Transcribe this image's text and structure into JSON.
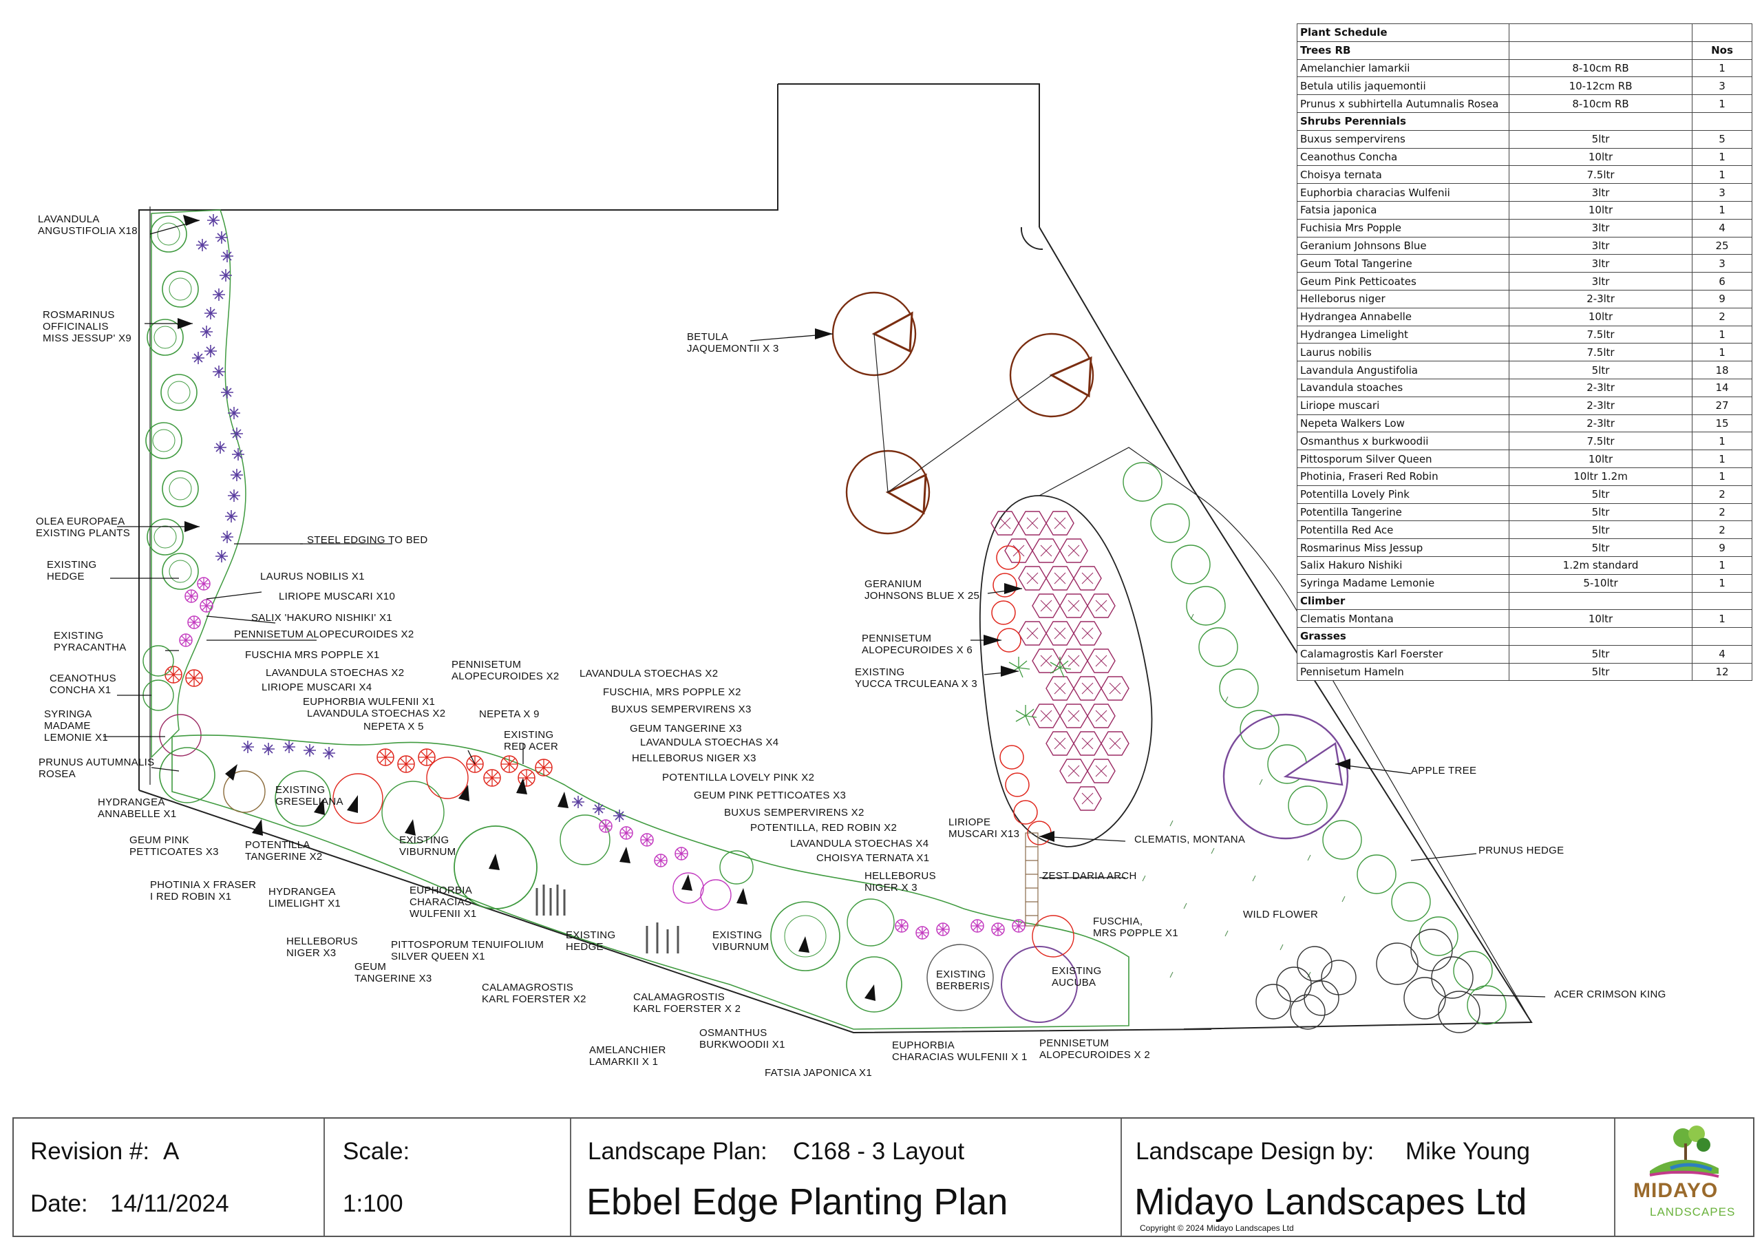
{
  "schedule": {
    "title": "Plant Schedule",
    "nos_header": "Nos",
    "sections": [
      {
        "name": "Trees RB",
        "rows": [
          {
            "name": "Amelanchier lamarkii",
            "size": "8-10cm RB",
            "nos": "1"
          },
          {
            "name": "Betula utilis jaquemontii",
            "size": "10-12cm RB",
            "nos": "3"
          },
          {
            "name": "Prunus x subhirtella Autumnalis Rosea",
            "size": "8-10cm RB",
            "nos": "1"
          }
        ]
      },
      {
        "name": "Shrubs Perennials",
        "rows": [
          {
            "name": "Buxus sempervirens",
            "size": "5ltr",
            "nos": "5"
          },
          {
            "name": "Ceanothus Concha",
            "size": "10ltr",
            "nos": "1"
          },
          {
            "name": "Choisya ternata",
            "size": "7.5ltr",
            "nos": "1"
          },
          {
            "name": "Euphorbia characias Wulfenii",
            "size": "3ltr",
            "nos": "3"
          },
          {
            "name": "Fatsia japonica",
            "size": "10ltr",
            "nos": "1"
          },
          {
            "name": "Fuchisia Mrs Popple",
            "size": "3ltr",
            "nos": "4"
          },
          {
            "name": "Geranium Johnsons Blue",
            "size": "3ltr",
            "nos": "25"
          },
          {
            "name": "Geum Total Tangerine",
            "size": "3ltr",
            "nos": "3"
          },
          {
            "name": "Geum Pink Petticoates",
            "size": "3ltr",
            "nos": "6"
          },
          {
            "name": "Helleborus niger",
            "size": "2-3ltr",
            "nos": "9"
          },
          {
            "name": "Hydrangea Annabelle",
            "size": "10ltr",
            "nos": "2"
          },
          {
            "name": "Hydrangea Limelight",
            "size": "7.5ltr",
            "nos": "1"
          },
          {
            "name": "Laurus nobilis",
            "size": "7.5ltr",
            "nos": "1"
          },
          {
            "name": "Lavandula Angustifolia",
            "size": "5ltr",
            "nos": "18"
          },
          {
            "name": "Lavandula stoaches",
            "size": "2-3ltr",
            "nos": "14"
          },
          {
            "name": "Liriope muscari",
            "size": "2-3ltr",
            "nos": "27"
          },
          {
            "name": "Nepeta Walkers Low",
            "size": "2-3ltr",
            "nos": "15"
          },
          {
            "name": "Osmanthus x burkwoodii",
            "size": "7.5ltr",
            "nos": "1"
          },
          {
            "name": "Pittosporum Silver Queen",
            "size": "10ltr",
            "nos": "1"
          },
          {
            "name": "Photinia, Fraseri Red Robin",
            "size": "10ltr 1.2m",
            "nos": "1"
          },
          {
            "name": "Potentilla Lovely Pink",
            "size": "5ltr",
            "nos": "2"
          },
          {
            "name": "Potentilla Tangerine",
            "size": "5ltr",
            "nos": "2"
          },
          {
            "name": "Potentilla Red Ace",
            "size": "5ltr",
            "nos": "2"
          },
          {
            "name": "Rosmarinus Miss Jessup",
            "size": "5ltr",
            "nos": "9"
          },
          {
            "name": "Salix Hakuro Nishiki",
            "size": "1.2m standard",
            "nos": "1"
          },
          {
            "name": "Syringa Madame Lemonie",
            "size": "5-10ltr",
            "nos": "1"
          }
        ]
      },
      {
        "name": "Climber",
        "rows": [
          {
            "name": "Clematis Montana",
            "size": "10ltr",
            "nos": "1"
          }
        ]
      },
      {
        "name": "Grasses",
        "rows": [
          {
            "name": "Calamagrostis Karl Foerster",
            "size": "5ltr",
            "nos": "4"
          },
          {
            "name": "Pennisetum Hameln",
            "size": "5ltr",
            "nos": "12"
          }
        ]
      }
    ]
  },
  "labels": [
    [
      "LAVANDULA",
      "ANGUSTIFOLIA X18"
    ],
    [
      "ROSMARINUS",
      "OFFICINALIS",
      "MISS JESSUP' X9"
    ],
    [
      "OLEA EUROPAEA",
      "EXISTING PLANTS"
    ],
    [
      "EXISTING",
      "HEDGE"
    ],
    [
      "EXISTING",
      "PYRACANTHA"
    ],
    [
      "CEANOTHUS",
      "CONCHA X1"
    ],
    [
      "SYRINGA",
      "MADAME",
      "LEMONIE X1"
    ],
    [
      "PRUNUS AUTUMNALIS",
      "ROSEA"
    ],
    [
      "HYDRANGEA",
      "ANNABELLE X1"
    ],
    [
      "GEUM PINK",
      "PETTICOATES X3"
    ],
    [
      "PHOTINIA X FRASER",
      "I RED ROBIN X1"
    ],
    [
      "POTENTILLA",
      "TANGERINE X2"
    ],
    [
      "HYDRANGEA",
      "LIMELIGHT X1"
    ],
    [
      "HELLEBORUS",
      "NIGER X3"
    ],
    [
      "GEUM",
      "TANGERINE X3"
    ],
    [
      "EUPHORBIA",
      "CHARACIAS",
      "WULFENII X1"
    ],
    [
      "PITTOSPORUM TENUIFOLIUM",
      "SILVER QUEEN X1"
    ],
    [
      "CALAMAGROSTIS",
      "KARL FOERSTER X2"
    ],
    [
      "EXISTING",
      "HEDGE"
    ],
    [
      "AMELANCHIER",
      "LAMARKII X 1"
    ],
    [
      "OSMANTHUS",
      "BURKWOODII X1"
    ],
    [
      "CALAMAGROSTIS",
      "KARL FOERSTER X 2"
    ],
    [
      "FATSIA JAPONICA X1"
    ],
    [
      "EUPHORBIA",
      "CHARACIAS WULFENII X 1"
    ],
    [
      "PENNISETUM",
      "ALOPECUROIDES X 2"
    ],
    [
      "EXISTING",
      "AUCUBA"
    ],
    [
      "EXISTING",
      "BERBERIS"
    ],
    [
      "EXISTING",
      "VIBURNUM"
    ],
    [
      "EXISTING",
      "VIBURNUM"
    ],
    [
      "EXISTING",
      "GRESELIANA"
    ],
    [
      "LAURUS NOBILIS X1"
    ],
    [
      "LIRIOPE MUSCARI X10"
    ],
    [
      "SALIX 'HAKURO NISHIKI' X1"
    ],
    [
      "PENNISETUM ALOPECUROIDES X2"
    ],
    [
      "FUSCHIA MRS POPPLE X1"
    ],
    [
      "LAVANDULA STOECHAS X2"
    ],
    [
      "LIRIOPE MUSCARI X4"
    ],
    [
      "EUPHORBIA WULFENII X1"
    ],
    [
      "LAVANDULA STOECHAS X2"
    ],
    [
      "NEPETA X 5"
    ],
    [
      "PENNISETUM",
      "ALOPECUROIDES X2"
    ],
    [
      "NEPETA X 9"
    ],
    [
      "EXISTING",
      "RED ACER"
    ],
    [
      "LAVANDULA STOECHAS X2"
    ],
    [
      "FUSCHIA, MRS POPPLE X2"
    ],
    [
      "BUXUS SEMPERVIRENS X3"
    ],
    [
      "GEUM TANGERINE X3"
    ],
    [
      "LAVANDULA STOECHAS X4"
    ],
    [
      "HELLEBORUS NIGER X3"
    ],
    [
      "POTENTILLA LOVELY PINK X2"
    ],
    [
      "GEUM PINK PETTICOATES X3"
    ],
    [
      "BUXUS SEMPERVIRENS X2"
    ],
    [
      "POTENTILLA, RED ROBIN X2"
    ],
    [
      "LAVANDULA STOECHAS X4"
    ],
    [
      "CHOISYA TERNATA X1"
    ],
    [
      "HELLEBORUS",
      "NIGER X 3"
    ],
    [
      "LIRIOPE",
      "MUSCARI X13"
    ],
    [
      "FUSCHIA,",
      "MRS POPPLE X1"
    ],
    [
      "STEEL EDGING TO BED"
    ],
    [
      "BETULA",
      "JAQUEMONTII X 3"
    ],
    [
      "GERANIUM",
      "JOHNSONS BLUE X 25"
    ],
    [
      "PENNISETUM",
      "ALOPECUROIDES X 6"
    ],
    [
      "EXISTING",
      "YUCCA TRCULEANA X 3"
    ],
    [
      "CLEMATIS, MONTANA"
    ],
    [
      "ZEST DARIA ARCH"
    ],
    [
      "WILD FLOWER"
    ],
    [
      "APPLE TREE"
    ],
    [
      "PRUNUS HEDGE"
    ],
    [
      "ACER CRIMSON KING"
    ]
  ],
  "titleblock": {
    "revision_label": "Revision #:",
    "revision_value": "A",
    "date_label": "Date:",
    "date_value": "14/11/2024",
    "scale_label": "Scale:",
    "scale_value": "1:100",
    "plan_label": "Landscape Plan:",
    "plan_value": "C168 - 3 Layout",
    "plan_title": "Ebbel Edge Planting Plan",
    "designer_label": "Landscape Design by:",
    "designer_value": "Mike Young",
    "company": "Midayo Landscapes Ltd",
    "copyright": "Copyright © 2024 Midayo Landscapes Ltd",
    "logo_line1": "MIDAYO",
    "logo_line2": "LANDSCAPES"
  },
  "colors": {
    "lavender": "#5b3fa0",
    "shrub_green": "#3f9a3f",
    "red_plant": "#e0261c",
    "pink_plant": "#c33bc0",
    "tree_brown": "#7a2d10",
    "apple_purple": "#7a4a9a",
    "logo_brown": "#9a6a2c",
    "logo_green": "#6ab23c"
  }
}
